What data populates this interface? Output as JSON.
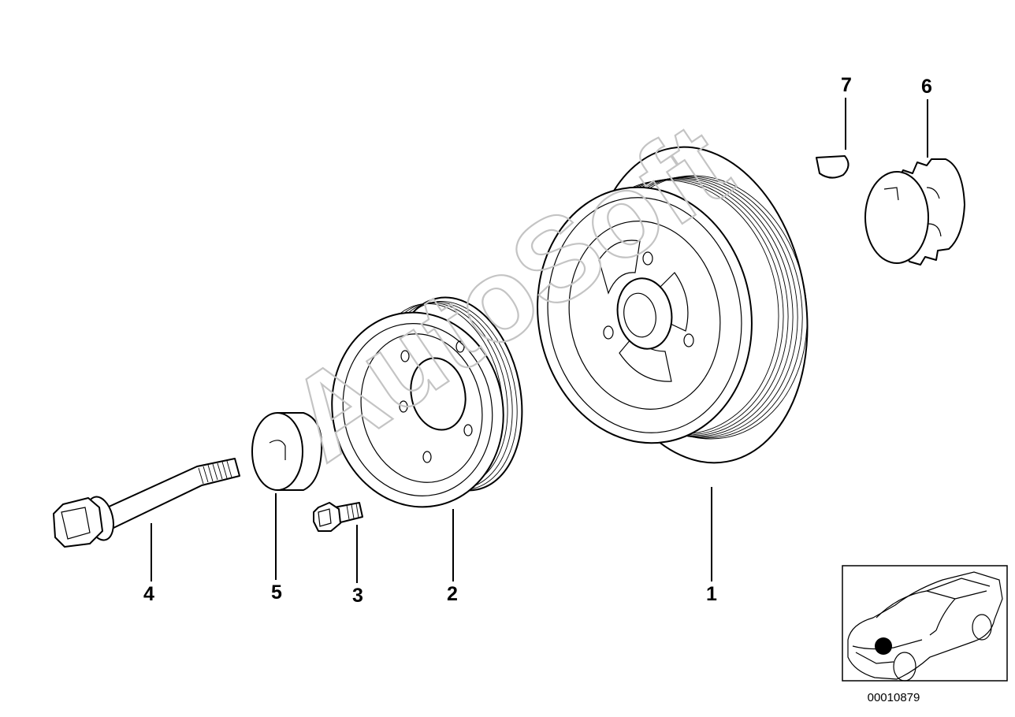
{
  "watermark": "AutoSoft",
  "diagram_id": "00010879",
  "callouts": [
    {
      "number": "1",
      "part": "vibration-damper"
    },
    {
      "number": "2",
      "part": "belt-pulley"
    },
    {
      "number": "3",
      "part": "hex-bolt-small"
    },
    {
      "number": "4",
      "part": "central-bolt"
    },
    {
      "number": "5",
      "part": "spacer-sleeve"
    },
    {
      "number": "6",
      "part": "sprocket"
    },
    {
      "number": "7",
      "part": "woodruff-key"
    }
  ],
  "locator_marker_color": "#000000"
}
